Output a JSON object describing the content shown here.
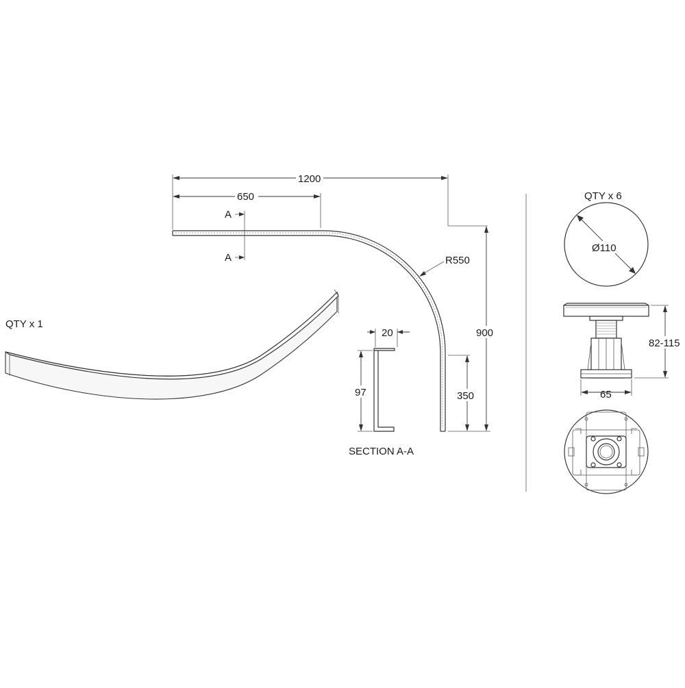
{
  "panel": {
    "qty_label": "QTY x 1",
    "dims": {
      "overall_length": "1200",
      "straight_length": "650",
      "radius": "R550",
      "height": "900",
      "return_length": "350"
    },
    "section_marker": "A",
    "section": {
      "title": "SECTION A-A",
      "flange_width": "20",
      "depth": "97"
    }
  },
  "legs": {
    "qty_label": "QTY x 6",
    "diameter": "Ø110",
    "height_range": "82-115",
    "base_width": "65"
  }
}
